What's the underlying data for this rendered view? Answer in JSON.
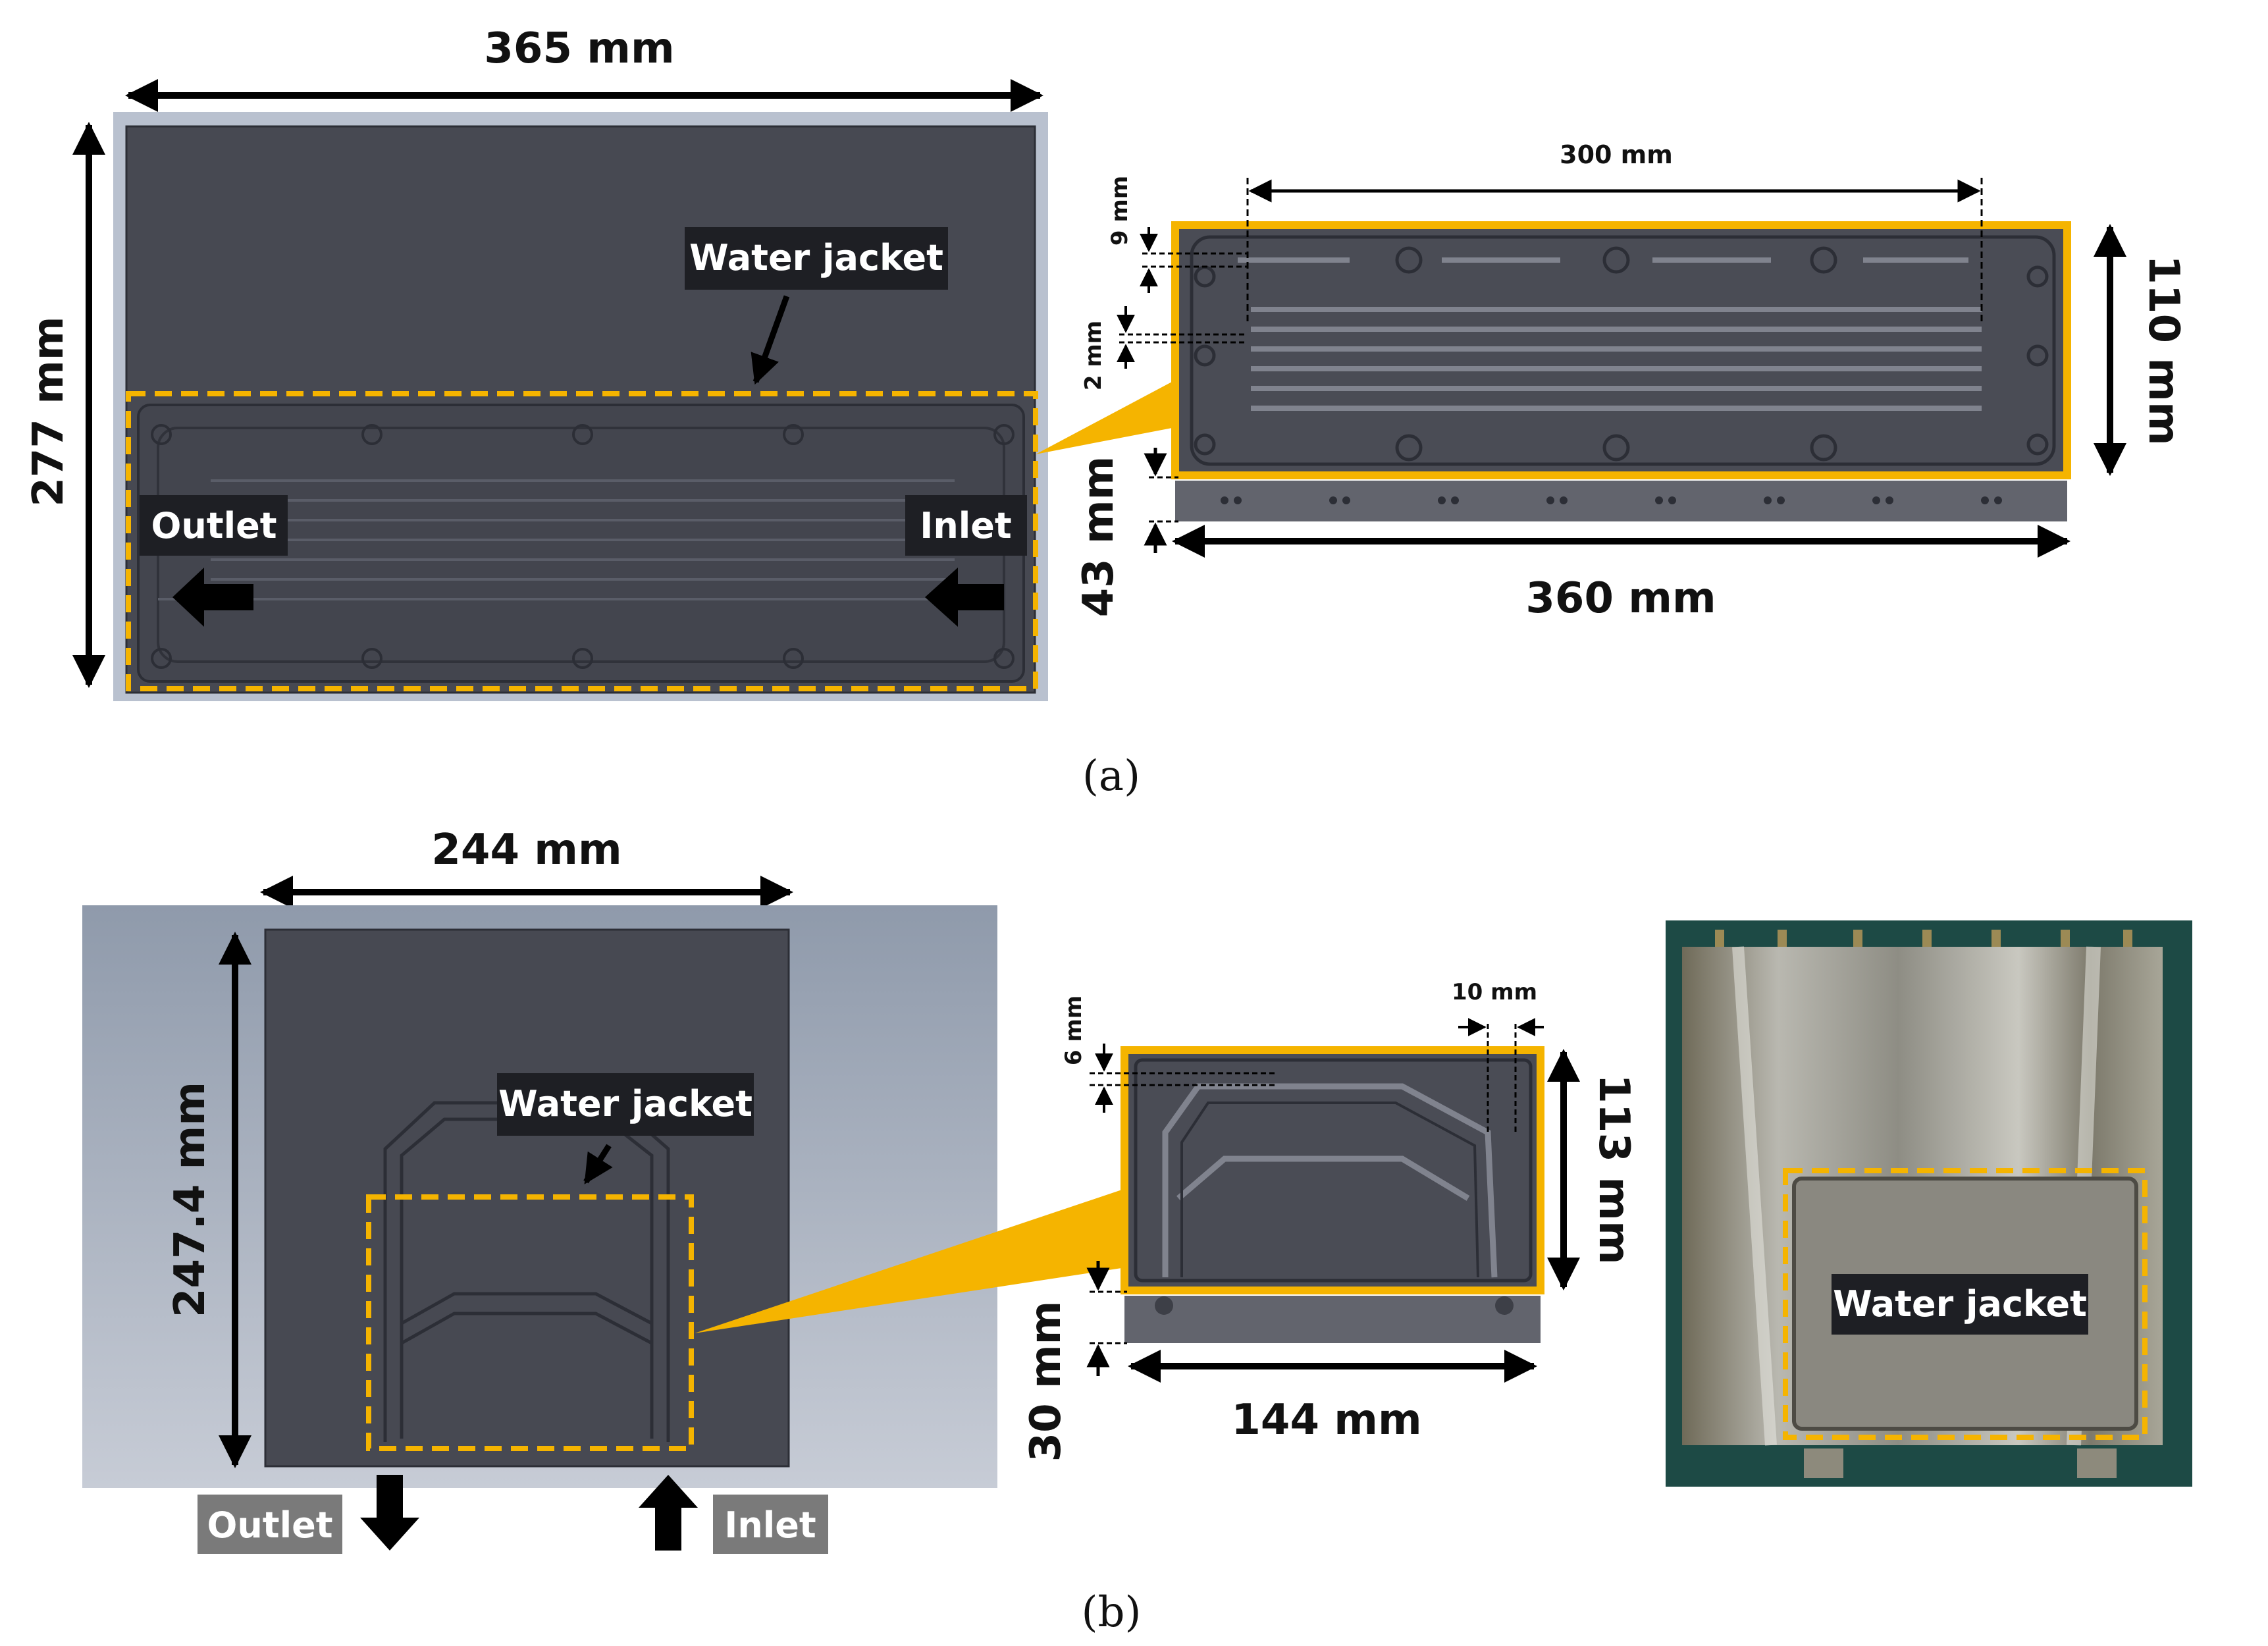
{
  "panel_a": {
    "caption": "(a)",
    "top_view": {
      "width_label": "365 mm",
      "height_label": "277 mm",
      "water_jacket_label": "Water jacket",
      "outlet_label": "Outlet",
      "inlet_label": "Inlet"
    },
    "detail_view": {
      "channel_length_label": "300 mm",
      "channel_pitch_label": "9 mm",
      "channel_width_label": "2 mm",
      "jacket_height_label": "110 mm",
      "base_thickness_label": "43 mm",
      "total_length_label": "360 mm"
    }
  },
  "panel_b": {
    "caption": "(b)",
    "top_view": {
      "width_label": "244 mm",
      "height_label": "247.4 mm",
      "water_jacket_label": "Water jacket",
      "outlet_label": "Outlet",
      "inlet_label": "Inlet"
    },
    "detail_view": {
      "channel_pitch_label": "6 mm",
      "wall_label": "10 mm",
      "jacket_height_label": "113 mm",
      "base_thickness_label": "30 mm",
      "total_length_label": "144 mm"
    },
    "photo": {
      "water_jacket_label": "Water jacket"
    }
  },
  "colors": {
    "highlight": "#f5b400",
    "cad_dark": "#44464f",
    "cad_line": "#2c2e36",
    "label_bg": "#1e1f24",
    "gray_label_bg": "#7a7a7a"
  }
}
